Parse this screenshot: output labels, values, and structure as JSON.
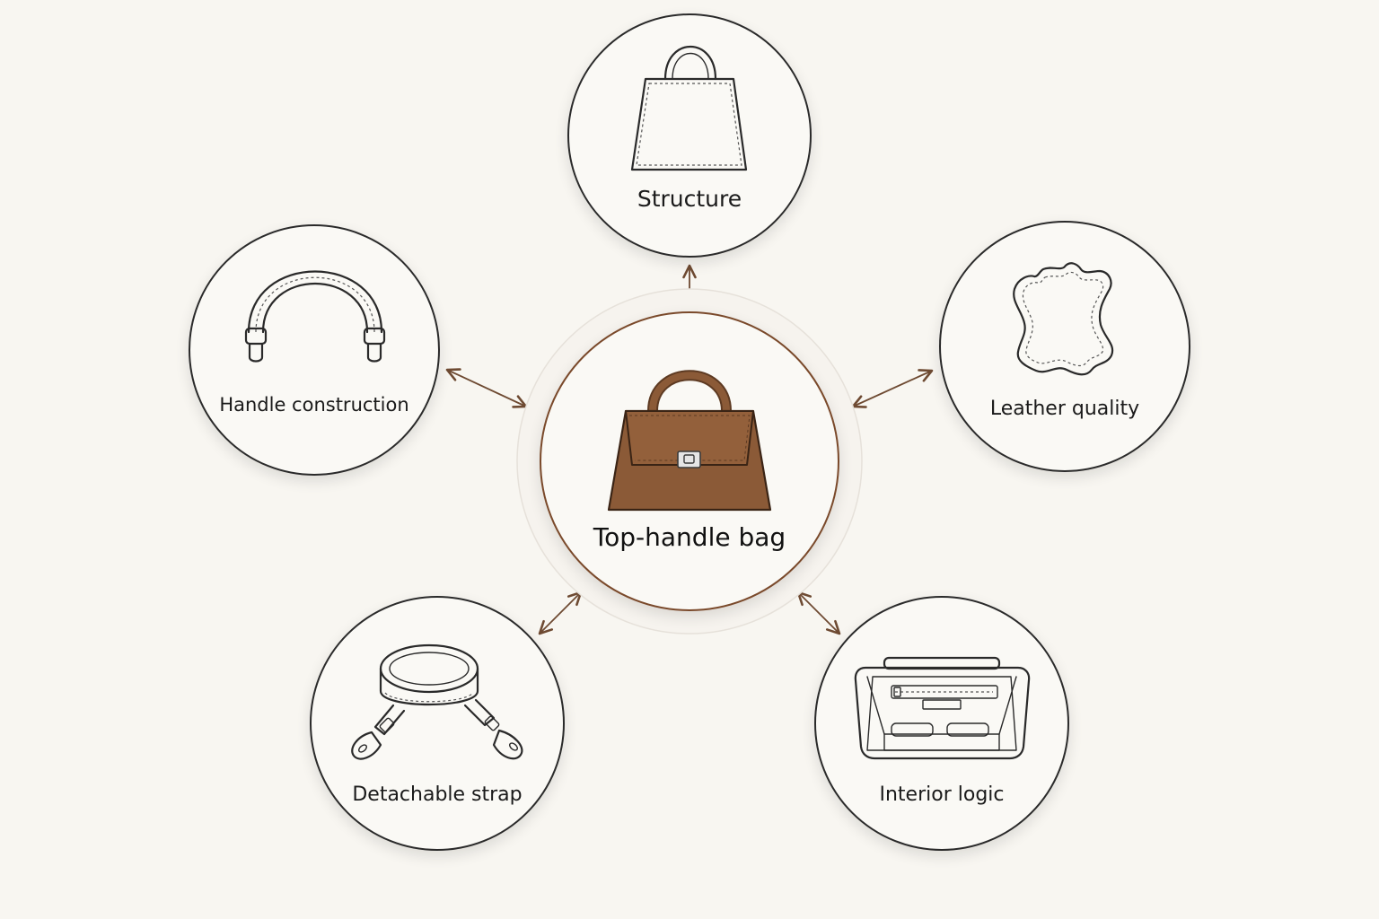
{
  "center": {
    "label": "Top-handle bag",
    "icon": "top-handle-bag-icon",
    "accent_color": "#7a4a2c",
    "bag_color": "#8b5a37"
  },
  "nodes": [
    {
      "id": "structure",
      "label": "Structure",
      "icon": "bag-outline-icon"
    },
    {
      "id": "leather-quality",
      "label": "Leather quality",
      "icon": "leather-hide-icon"
    },
    {
      "id": "interior-logic",
      "label": "Interior logic",
      "icon": "bag-interior-icon"
    },
    {
      "id": "detachable-strap",
      "label": "Detachable strap",
      "icon": "strap-icon"
    },
    {
      "id": "handle-construction",
      "label": "Handle construction",
      "icon": "handle-icon"
    }
  ],
  "colors": {
    "background": "#f8f6f1",
    "circle_fill": "#faf9f5",
    "circle_stroke": "#2b2b2b",
    "arrow": "#6e4a32"
  }
}
